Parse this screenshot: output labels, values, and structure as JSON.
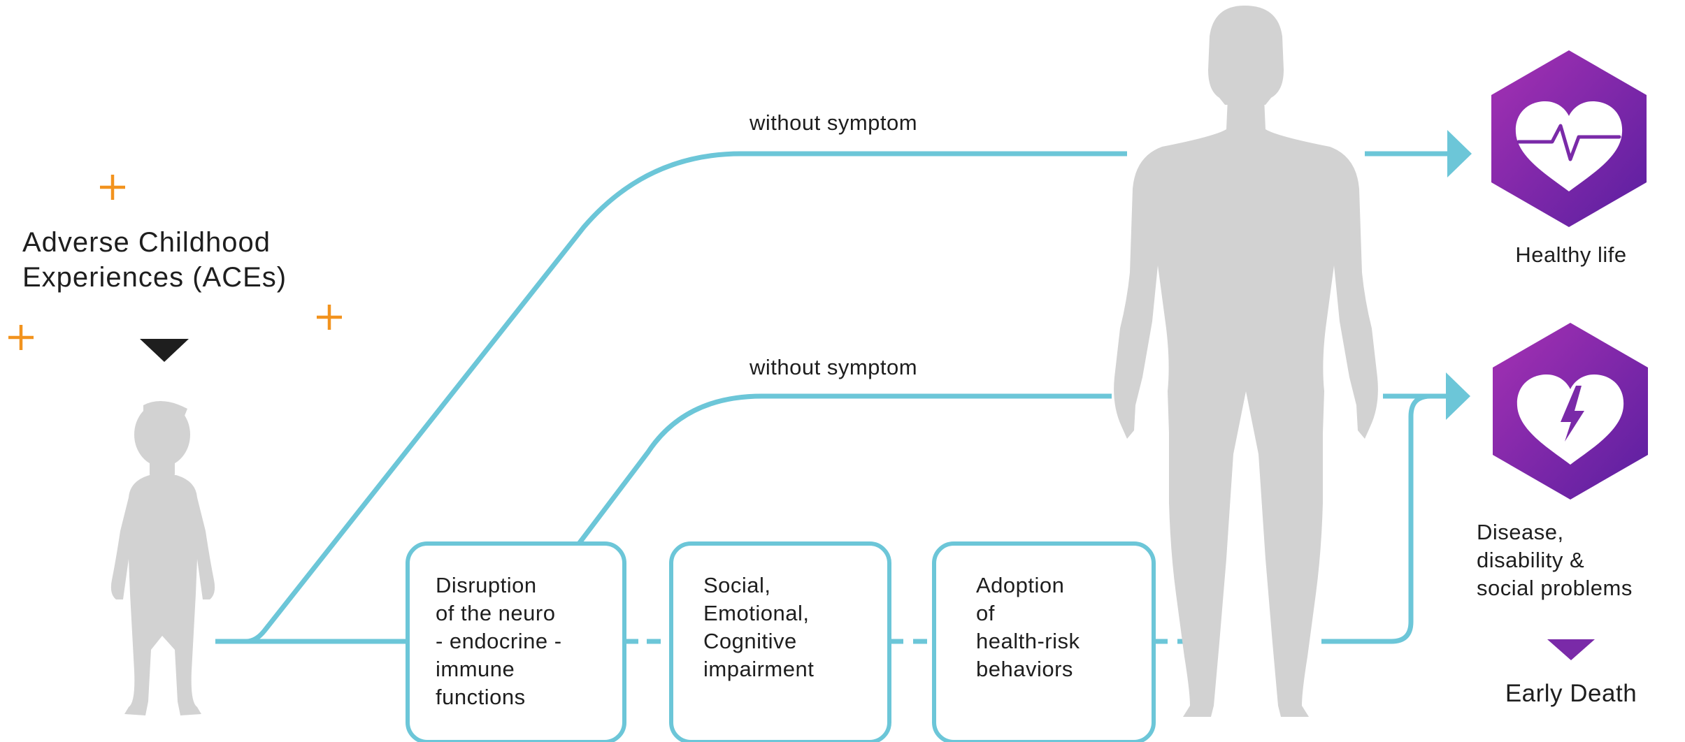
{
  "colors": {
    "teal": "#6cc6d8",
    "orange": "#f2931e",
    "silhouette": "#d2d2d2",
    "purple_light": "#9c2fb0",
    "purple_dark": "#5a1fa0",
    "text": "#1e1e1e"
  },
  "diagram": {
    "title_lines": [
      "Adverse Childhood",
      "Experiences (ACEs)"
    ],
    "upper_path_label": "without symptom",
    "middle_path_label": "without symptom",
    "boxes": [
      {
        "lines": [
          "Disruption",
          "of the neuro",
          "- endocrine -",
          "immune",
          "functions"
        ]
      },
      {
        "lines": [
          "Social,",
          "Emotional,",
          "Cognitive",
          "impairment"
        ]
      },
      {
        "lines": [
          "Adoption",
          "of",
          "health-risk",
          "behaviors"
        ]
      }
    ],
    "outcomes": {
      "healthy_label": "Healthy life",
      "disease_lines": [
        "Disease,",
        "disability &",
        "social problems"
      ],
      "early_death_label": "Early Death"
    },
    "icons": {
      "child": "child-silhouette-icon",
      "adult": "adult-silhouette-icon",
      "healthy": "heart-pulse-icon",
      "disease": "broken-heart-bolt-icon",
      "plus": "plus-icon",
      "arrow": "arrow-right-icon",
      "triangle": "triangle-down-icon"
    }
  }
}
